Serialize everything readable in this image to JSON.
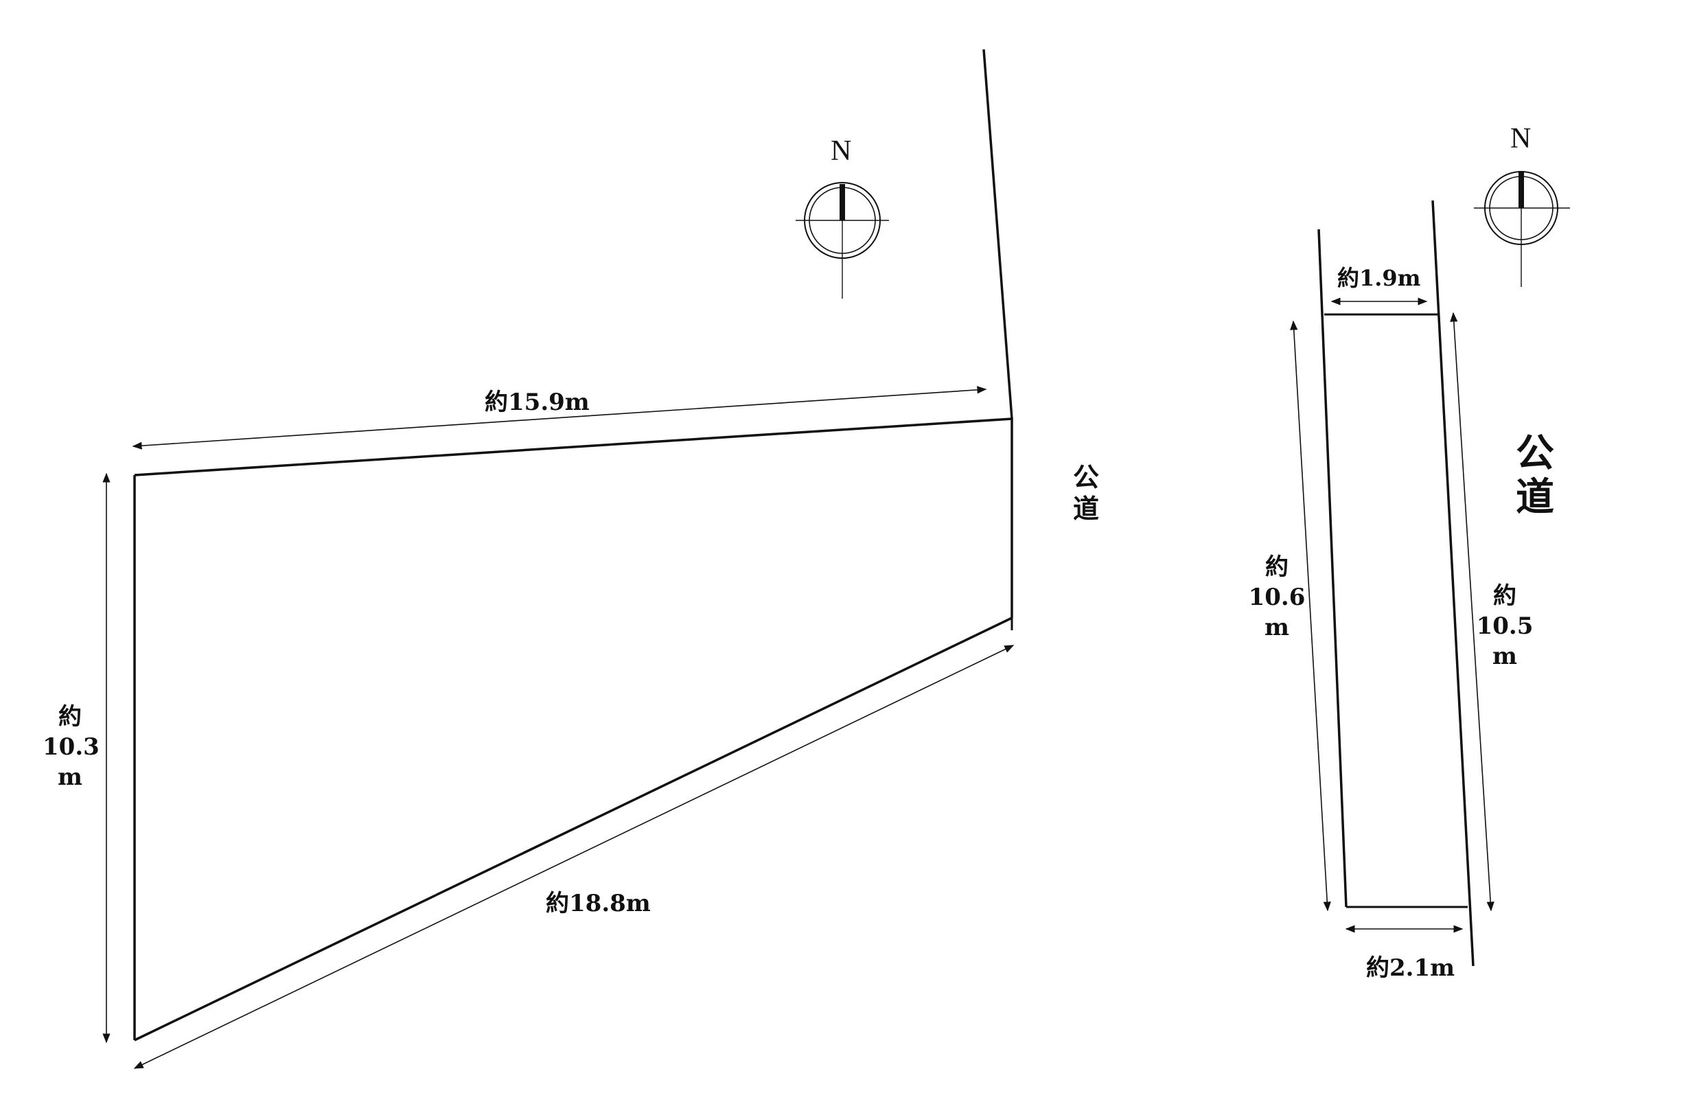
{
  "left_parcel": {
    "top_label": "約15.9m",
    "left_label": [
      "約",
      "10.3",
      "m"
    ],
    "bottom_label": "約18.8m",
    "road_label": [
      "公",
      "道"
    ]
  },
  "right_parcel": {
    "top_label": "約1.9m",
    "bottom_label": "約2.1m",
    "left_label": [
      "約",
      "10.6",
      "m"
    ],
    "right_label": [
      "約",
      "10.5",
      "m"
    ],
    "road_label": [
      "公",
      "道"
    ]
  },
  "compass_left": {
    "letter": "N"
  },
  "compass_right": {
    "letter": "N"
  },
  "colors": {
    "line": "#111111",
    "background": "#ffffff"
  }
}
